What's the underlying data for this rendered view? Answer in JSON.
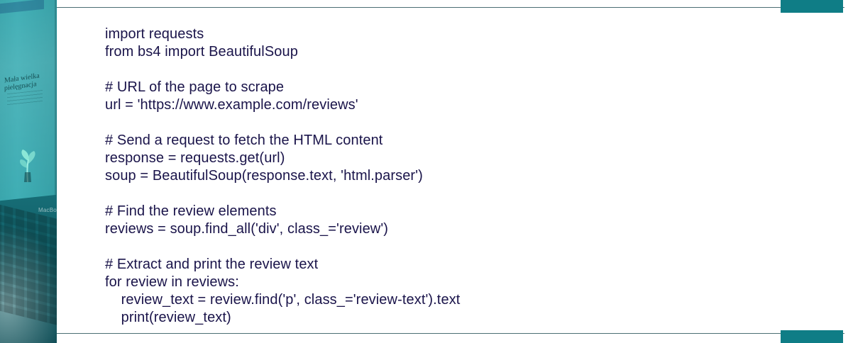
{
  "left_image": {
    "headline_lines": [
      "Mała wielka",
      "pielęgnacja"
    ],
    "brand_text": "MacBoo"
  },
  "code": {
    "lines": [
      "import requests",
      "from bs4 import BeautifulSoup",
      "",
      "# URL of the page to scrape",
      "url = 'https://www.example.com/reviews'",
      "",
      "# Send a request to fetch the HTML content",
      "response = requests.get(url)",
      "soup = BeautifulSoup(response.text, 'html.parser')",
      "",
      "# Find the review elements",
      "reviews = soup.find_all('div', class_='review')",
      "",
      "# Extract and print the review text",
      "for review in reviews:",
      "    review_text = review.find('p', class_='review-text').text",
      "    print(review_text)"
    ]
  },
  "theme": {
    "accent_teal": "#0f7d86",
    "rule_color": "#0f3d44",
    "code_color": "#1a144a"
  }
}
